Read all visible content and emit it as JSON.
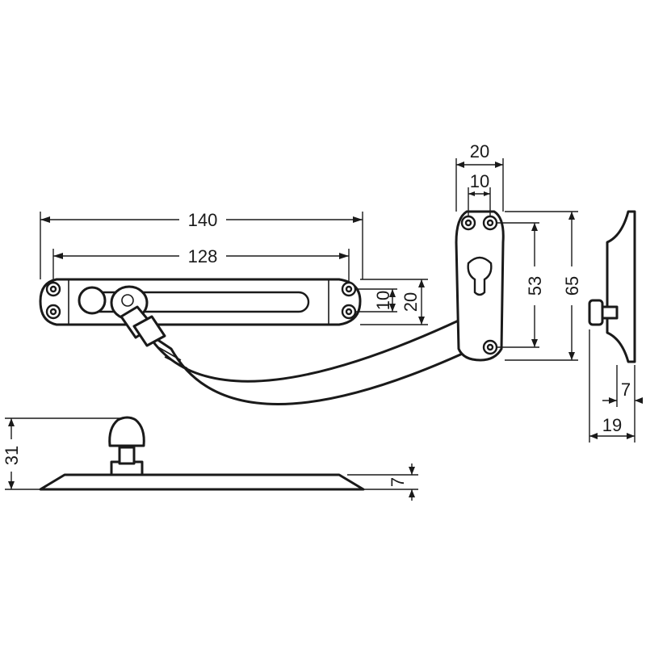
{
  "dimensions": {
    "top_length_total": "140",
    "top_length_holes": "128",
    "bar_hole_spacing": "10",
    "bar_height": "20",
    "receiver_width": "20",
    "receiver_hole_width": "10",
    "receiver_inner": "53",
    "receiver_height": "65",
    "side_thickness": "7",
    "side_depth": "19",
    "front_height": "31",
    "front_thickness": "7"
  }
}
